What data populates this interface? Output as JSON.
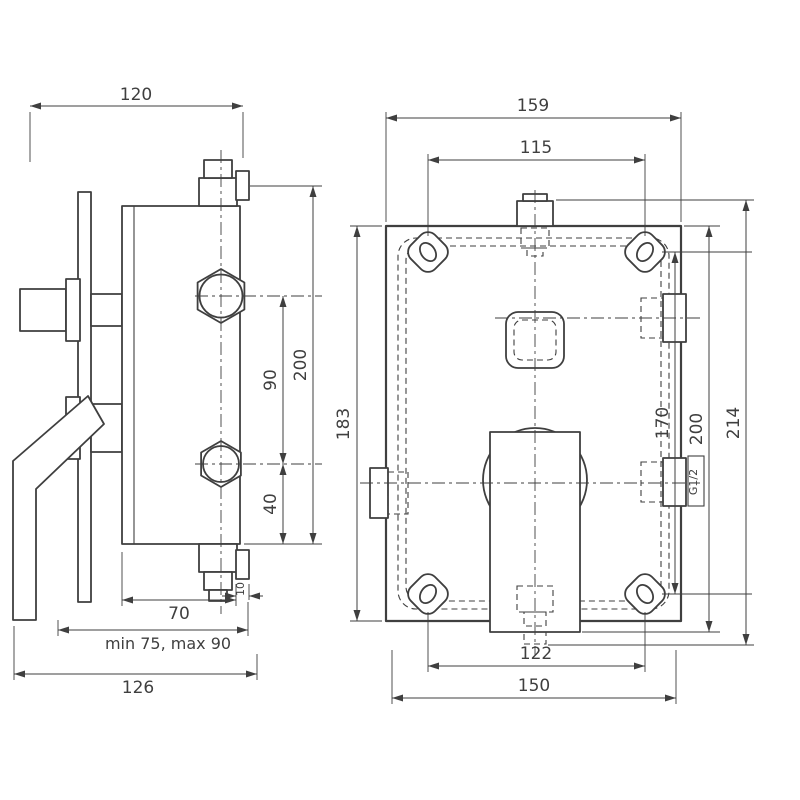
{
  "background": "#ffffff",
  "line_color": "#3f3f3f",
  "side_view": {
    "width_top": "120",
    "port_spacing": "90",
    "body_height": "200",
    "lower_offset": "40",
    "body_depth": "70",
    "plate_thickness": "10",
    "depth_range": "min 75, max 90",
    "total_depth": "126"
  },
  "front_view": {
    "box_width": "159",
    "hole_spacing_horizontal": "115",
    "box_height": "183",
    "hole_spacing_vertical": "170",
    "height_with_handle": "200",
    "total_height": "214",
    "thread_size": "G1/2",
    "handle_spacing": "122",
    "base_width": "150"
  }
}
